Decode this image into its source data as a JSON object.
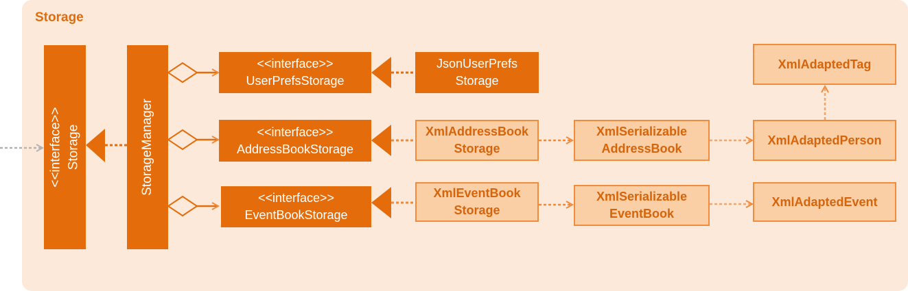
{
  "package": {
    "title": "Storage"
  },
  "nodes": {
    "storage": {
      "stereotype": "<<interface>>",
      "name": "Storage"
    },
    "storage_manager": {
      "name": "StorageManager"
    },
    "user_prefs_storage": {
      "stereotype": "<<interface>>",
      "name": "UserPrefsStorage"
    },
    "json_user_prefs_storage": {
      "line1": "JsonUserPrefs",
      "line2": "Storage"
    },
    "address_book_storage": {
      "stereotype": "<<interface>>",
      "name": "AddressBookStorage"
    },
    "xml_address_book_storage": {
      "line1": "XmlAddressBook",
      "line2": "Storage"
    },
    "xml_serializable_address_book": {
      "line1": "XmlSerializable",
      "line2": "AddressBook"
    },
    "xml_adapted_person": {
      "name": "XmlAdaptedPerson"
    },
    "xml_adapted_tag": {
      "name": "XmlAdaptedTag"
    },
    "event_book_storage": {
      "stereotype": "<<interface>>",
      "name": "EventBookStorage"
    },
    "xml_event_book_storage": {
      "line1": "XmlEventBook",
      "line2": "Storage"
    },
    "xml_serializable_event_book": {
      "line1": "XmlSerializable",
      "line2": "EventBook"
    },
    "xml_adapted_event": {
      "name": "XmlAdaptedEvent"
    }
  },
  "colors": {
    "package_bg": "#fde9da",
    "primary": "#e46c0a",
    "light_fill": "#fbcfa6",
    "light_border": "#f08c3c",
    "external_arrow": "#b3b3b3"
  }
}
